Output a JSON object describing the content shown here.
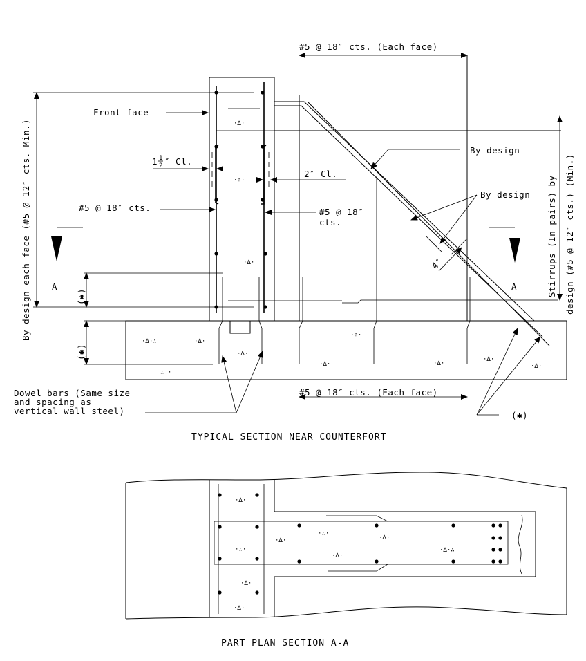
{
  "section": {
    "title": "TYPICAL SECTION NEAR COUNTERFORT",
    "top_dim": "#5 @ 18″ cts. (Each face)",
    "bottom_dim": "#5 @ 18″ cts. (Each face)",
    "front_face": "Front face",
    "clear_left_whole": "1",
    "clear_left_num": "1",
    "clear_left_den": "2",
    "clear_left_unit": "″ Cl.",
    "clear_right": "2″ Cl.",
    "left_bars": "#5 @ 18″ cts.",
    "right_bars_1": "#5 @ 18″",
    "right_bars_2": "cts.",
    "by_design_1": "By design",
    "by_design_2": "By design",
    "four_inch": "4″",
    "section_mark": "A",
    "asterisk_mark": "(✱)",
    "left_vertical": "By design each face (#5 @ 12″ cts. Min.)",
    "right_vertical_1": "Stirrups (In pairs) by",
    "right_vertical_2": "design (#5 @ 12″ cts.) (Min.)",
    "dowel_1": "Dowel bars (Same size",
    "dowel_2": "and spacing as",
    "dowel_3": "vertical wall steel)"
  },
  "plan": {
    "title": "PART PLAN SECTION A-A"
  }
}
